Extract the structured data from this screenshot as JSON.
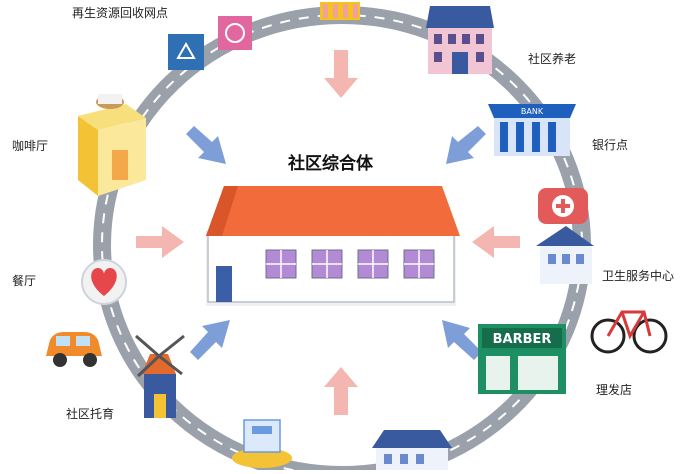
{
  "title": "社区综合体",
  "labels": {
    "recycle": "再生资源回收网点",
    "elder": "社区养老",
    "bank": "银行点",
    "coffee": "咖啡厅",
    "clinic": "卫生服务中心",
    "restaurant": "餐厅",
    "barber": "理发店",
    "daycare": "社区托育"
  },
  "signs": {
    "bank": "BANK",
    "barber": "BARBER"
  },
  "colors": {
    "road": "#9aa1ab",
    "roof": "#f26b3a",
    "wall": "#ffffff",
    "window": "#b28ad6",
    "arrow_blue": "#7d9ed6",
    "arrow_pink": "#f4b6b0",
    "barber_green": "#1d8f63",
    "bank_blue": "#1f5fbd",
    "recycle_blue": "#2f6fb3",
    "recycle_pink": "#e2679f"
  },
  "icons": [
    "recycle-icon",
    "house-icon",
    "bank-icon",
    "coffee-shop-icon",
    "clinic-icon",
    "heart-icon",
    "car-icon",
    "bicycle-icon",
    "barber-shop-icon",
    "windmill-icon",
    "school-icon",
    "store-icon"
  ]
}
